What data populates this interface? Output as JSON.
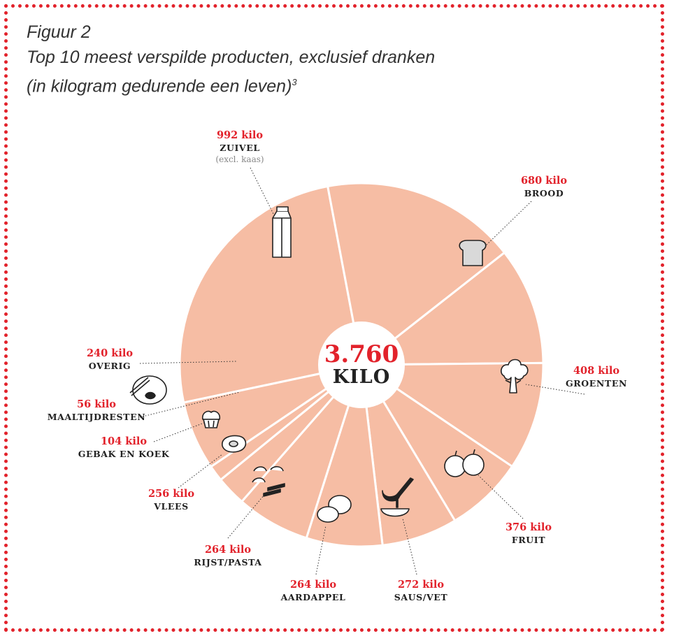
{
  "figure_label": "Figuur 2",
  "title_line1": "Top 10 meest verspilde producten, exclusief dranken",
  "title_line2": "(in kilogram gedurende een leven)",
  "title_footnote": "3",
  "colors": {
    "slice": "#f6bda4",
    "accent": "#e2222b",
    "text": "#222222",
    "separator": "#ffffff"
  },
  "center": {
    "value": "3.760",
    "unit": "KILO"
  },
  "chart_data": {
    "type": "pie",
    "total": 3760,
    "unit": "kilo",
    "slices": [
      {
        "category": "ZUIVEL",
        "note": "(excl. kaas)",
        "value": 992,
        "value_label": "992 kilo",
        "icon": "milk-carton-icon"
      },
      {
        "category": "BROOD",
        "value": 680,
        "value_label": "680 kilo",
        "icon": "bread-icon"
      },
      {
        "category": "GROENTEN",
        "value": 408,
        "value_label": "408 kilo",
        "icon": "broccoli-icon"
      },
      {
        "category": "FRUIT",
        "value": 376,
        "value_label": "376 kilo",
        "icon": "apples-icon"
      },
      {
        "category": "SAUS/VET",
        "value": 272,
        "value_label": "272 kilo",
        "icon": "sauce-ladle-icon"
      },
      {
        "category": "AARDAPPEL",
        "value": 264,
        "value_label": "264 kilo",
        "icon": "potatoes-icon"
      },
      {
        "category": "RIJST/PASTA",
        "value": 264,
        "value_label": "264 kilo",
        "icon": "pasta-icon"
      },
      {
        "category": "VLEES",
        "value": 256,
        "value_label": "256 kilo",
        "icon": "steak-icon"
      },
      {
        "category": "GEBAK EN KOEK",
        "value": 104,
        "value_label": "104 kilo",
        "icon": "cupcake-icon"
      },
      {
        "category": "MAALTIJDRESTEN",
        "value": 56,
        "value_label": "56 kilo",
        "icon": null
      },
      {
        "category": "OVERIG",
        "value": 240,
        "value_label": "240 kilo",
        "icon": "plate-cutlery-icon"
      }
    ]
  }
}
